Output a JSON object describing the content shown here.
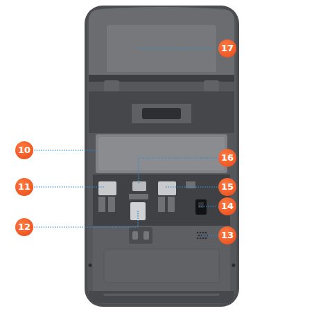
{
  "diagram": {
    "labels": [
      "17",
      "10",
      "16",
      "11",
      "15",
      "14",
      "12",
      "13"
    ]
  }
}
